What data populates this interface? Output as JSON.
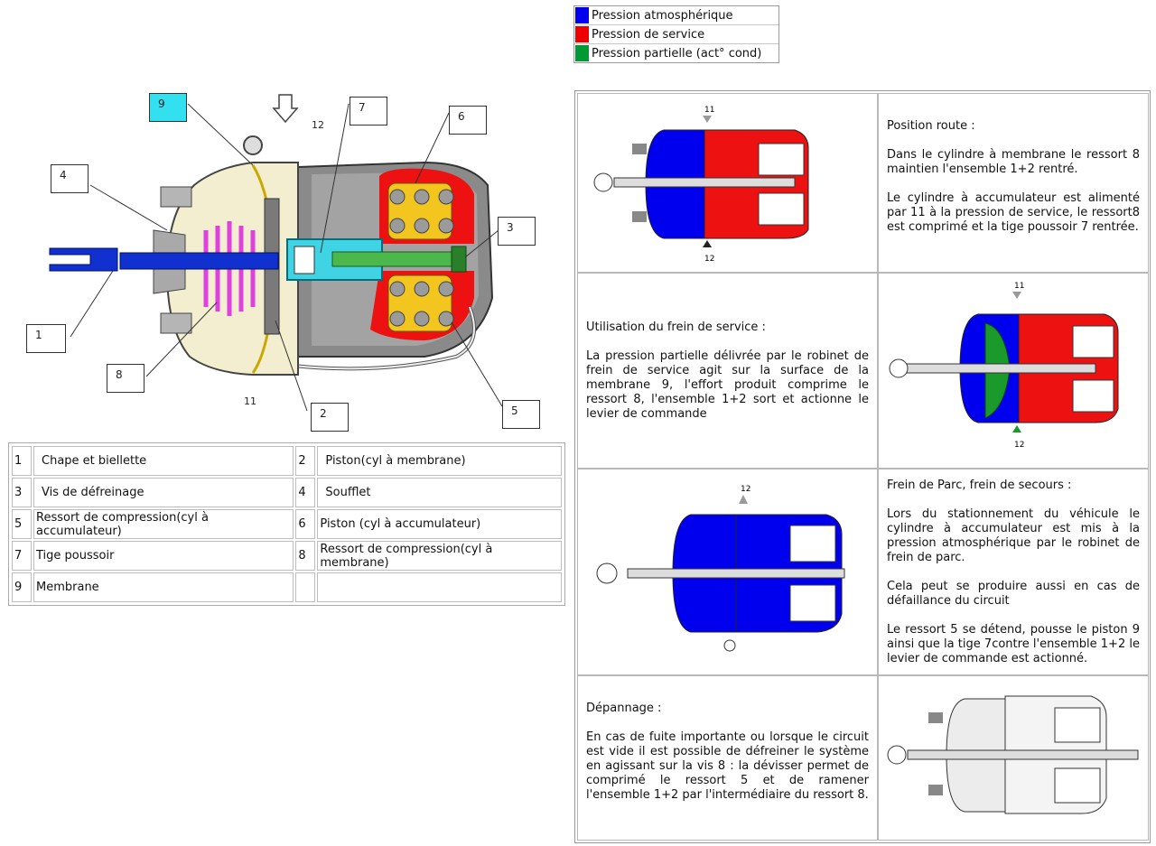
{
  "legend": [
    {
      "color": "#0000ee",
      "label": "Pression atmosphérique"
    },
    {
      "color": "#ee0000",
      "label": "Pression de service"
    },
    {
      "color": "#009933",
      "label": "Pression partielle (act° cond)"
    }
  ],
  "diagram": {
    "callouts": [
      "9",
      "7",
      "6",
      "4",
      "3",
      "1",
      "8",
      "2",
      "5"
    ],
    "port_12": "12",
    "port_11": "11"
  },
  "parts": [
    [
      {
        "n": "1",
        "label": "Chape et biellette"
      },
      {
        "n": "2",
        "label": "Piston(cyl à membrane)"
      }
    ],
    [
      {
        "n": "3",
        "label": "Vis de défreinage"
      },
      {
        "n": "4",
        "label": "Soufflet"
      }
    ],
    [
      {
        "n": "5",
        "label": "Ressort de compression(cyl à accumulateur)"
      },
      {
        "n": "6",
        "label": "Piston (cyl à accumulateur)"
      }
    ],
    [
      {
        "n": "7",
        "label": "Tige poussoir"
      },
      {
        "n": "8",
        "label": "Ressort de compression(cyl à membrane)"
      }
    ],
    [
      {
        "n": "9",
        "label": "Membrane"
      },
      {
        "n": "",
        "label": ""
      }
    ]
  ],
  "states": [
    {
      "title": "Position route :",
      "paragraphs": [
        "Dans le cylindre à membrane le ressort 8 maintien l'ensemble 1+2 rentré.",
        "Le cylindre à accumulateur est alimenté par 11 à la pression de service, le ressort8 est comprimé et la tige poussoir 7 rentrée."
      ],
      "ports": [
        "11",
        "12"
      ]
    },
    {
      "title": "Utilisation du frein de service :",
      "paragraphs": [
        "La pression partielle délivrée par le robinet de frein de service agit sur la surface de la membrane 9, l'effort produit comprime le ressort 8, l'ensemble 1+2 sort et actionne le levier de commande"
      ],
      "ports": [
        "11",
        "12"
      ]
    },
    {
      "title": "Frein de Parc, frein de secours :",
      "paragraphs": [
        "Lors du stationnement du véhicule le cylindre à accumulateur est mis à la pression atmosphérique par le robinet de frein de parc.",
        "Cela peut se produire aussi en cas de défaillance du circuit",
        "Le ressort 5 se détend, pousse le piston 9 ainsi que la tige 7contre l'ensemble 1+2 le levier de commande est actionné."
      ],
      "ports": [
        "12"
      ]
    },
    {
      "title": "Dépannage :",
      "paragraphs": [
        "En cas de fuite importante ou lorsque le circuit est vide il est possible de défreiner le système en agissant sur la vis 8 : la dévisser permet de comprimé le ressort 5 et de ramener l'ensemble 1+2 par l'intermédiaire du ressort 8."
      ],
      "ports": []
    }
  ]
}
